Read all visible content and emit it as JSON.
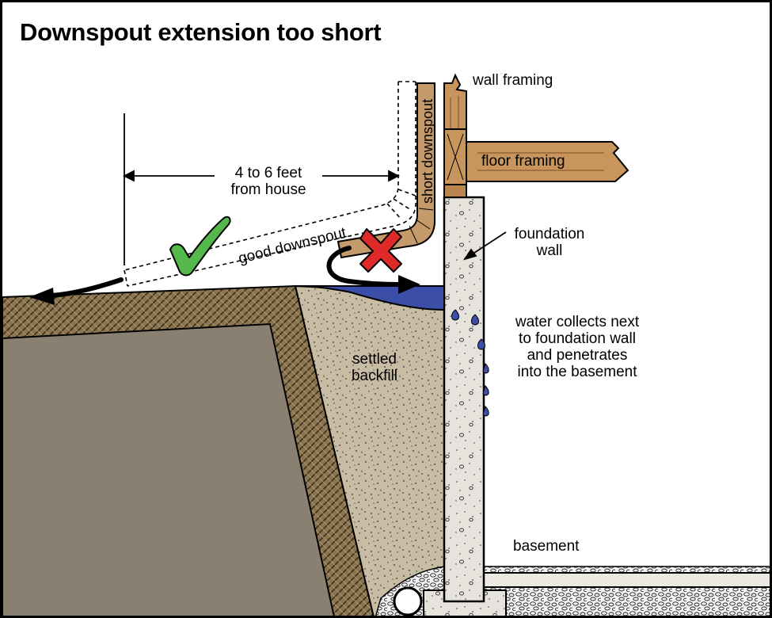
{
  "title": "Downspout extension too short",
  "labels": {
    "wall_framing": "wall framing",
    "floor_framing": "floor framing",
    "distance_line1": "4 to 6 feet",
    "distance_line2": "from house",
    "good_downspout": "good downspout",
    "short_downspout": "short downspout",
    "foundation_line1": "foundation",
    "foundation_line2": "wall",
    "water_line1": "water collects next",
    "water_line2": "to foundation wall",
    "water_line3": "and penetrates",
    "water_line4": "into the basement",
    "settled_line1": "settled",
    "settled_line2": "backfill",
    "basement": "basement"
  },
  "colors": {
    "wood": "#c8955c",
    "wood_dark": "#9a6a3a",
    "concrete": "#e6e2dc",
    "backfill": "#c9bca4",
    "undisturbed_soil": "#8a8072",
    "soil_hatch": "#6b5a3a",
    "water": "#3b4fa8",
    "check_green": "#55b84a",
    "x_red": "#e02a2a",
    "downspout": "#c59a6a",
    "gravel": "#f2f2f2"
  },
  "icons": [
    "check-mark-icon",
    "x-mark-icon",
    "water-flow-arrow-icon",
    "drainage-pipe-icon"
  ]
}
